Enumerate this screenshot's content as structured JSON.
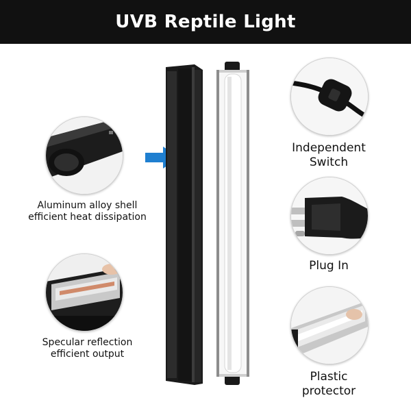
{
  "header": {
    "title": "UVB Reptile Light"
  },
  "features": {
    "aluminum": {
      "line1": "Aluminum alloy shell",
      "line2": "efficient heat dissipation"
    },
    "specular": {
      "line1": "Specular reflection",
      "line2": "efficient output"
    },
    "switch": {
      "line1": "Independent",
      "line2": "Switch"
    },
    "plug": {
      "line1": "Plug In"
    },
    "protector": {
      "line1": "Plastic",
      "line2": "protector"
    }
  },
  "colors": {
    "header_bg": "#111111",
    "arrow": "#1f7fd0",
    "fixture_black": "#1a1a1a"
  },
  "icons": [
    "switch-cable-icon",
    "plug-icon",
    "aluminum-shell-icon",
    "reflector-icon",
    "protector-tube-icon",
    "arrow-right-icon"
  ]
}
